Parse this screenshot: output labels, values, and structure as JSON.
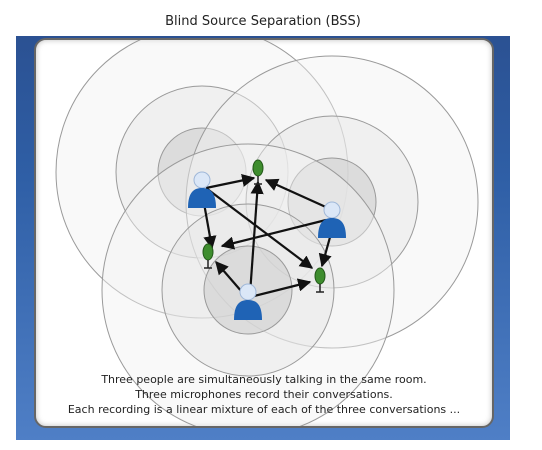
{
  "title": "Blind Source Separation (BSS)",
  "caption": {
    "line1": "Three people are simultaneously talking in the same room.",
    "line2": "Three microphones record their conversations.",
    "line3": "Each recording is a linear mixture of each of the three conversations ..."
  },
  "diagram": {
    "speakers": [
      {
        "name": "speaker-1",
        "icon": "person-icon",
        "color": "#1f63b5"
      },
      {
        "name": "speaker-2",
        "icon": "person-icon",
        "color": "#1f63b5"
      },
      {
        "name": "speaker-3",
        "icon": "person-icon",
        "color": "#1f63b5"
      }
    ],
    "microphones": [
      {
        "name": "microphone-1",
        "icon": "microphone-icon",
        "color": "#3e8d2e"
      },
      {
        "name": "microphone-2",
        "icon": "microphone-icon",
        "color": "#3e8d2e"
      },
      {
        "name": "microphone-3",
        "icon": "microphone-icon",
        "color": "#3e8d2e"
      }
    ],
    "colors": {
      "ring": "#888888",
      "arrow": "#111111"
    }
  }
}
